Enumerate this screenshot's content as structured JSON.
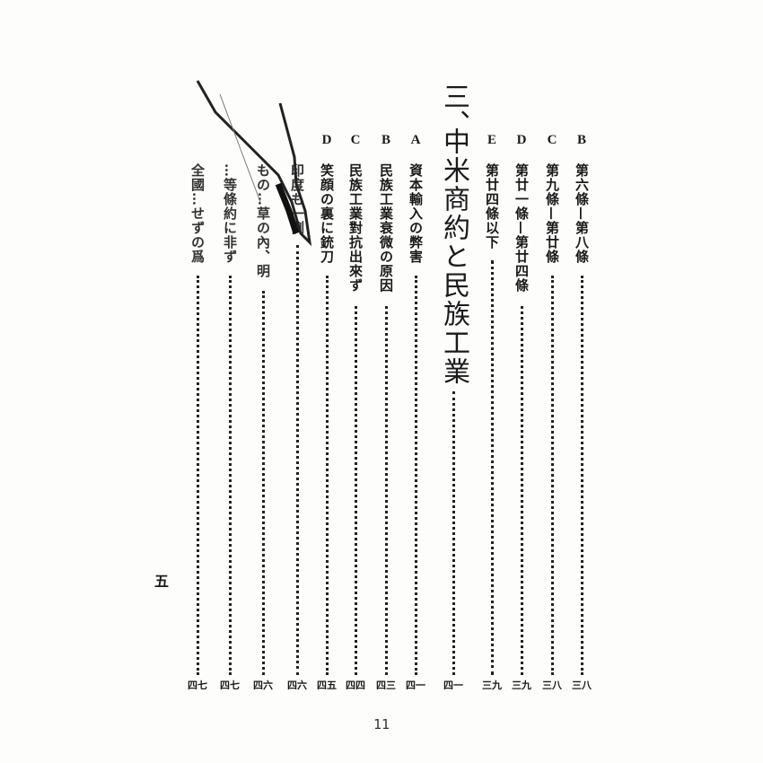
{
  "toc": {
    "entries": [
      {
        "label": "B",
        "title": "第六條—第八條",
        "page": "三八"
      },
      {
        "label": "C",
        "title": "第九條—第廿條",
        "page": "三八"
      },
      {
        "label": "D",
        "title": "第廿一條—第廿四條",
        "page": "三九"
      },
      {
        "label": "E",
        "title": "第廿四條以下",
        "page": "三九"
      },
      {
        "label": "",
        "number": "三、",
        "title": "中米商約と民族工業",
        "page": "四一",
        "heading": true
      },
      {
        "label": "A",
        "title": "資本輸入の弊害",
        "page": "四一"
      },
      {
        "label": "B",
        "title": "民族工業衰微の原因",
        "page": "四三"
      },
      {
        "label": "C",
        "title": "民族工業對抗出來ず",
        "page": "四四"
      },
      {
        "label": "D",
        "title": "笑顔の裏に銃刀",
        "page": "四五"
      },
      {
        "label": "",
        "title": "印度も一例",
        "page": "四六"
      },
      {
        "label": "",
        "title": "もの…草の內、明",
        "page": "四六"
      },
      {
        "label": "",
        "title": "…等條約に非ず",
        "page": "四七"
      },
      {
        "label": "",
        "title": "全國…せずの爲",
        "page": "四七"
      }
    ]
  },
  "chapter_mark": "五",
  "folio": "11"
}
